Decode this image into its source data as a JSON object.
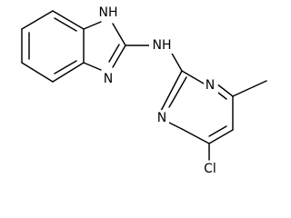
{
  "diagram": {
    "type": "chemical-structure",
    "labels": {
      "nh_top": "NH",
      "n_benz": "N",
      "nh_link": "NH",
      "n_pyr_top": "N",
      "n_pyr_bottom": "N",
      "cl": "Cl"
    }
  }
}
